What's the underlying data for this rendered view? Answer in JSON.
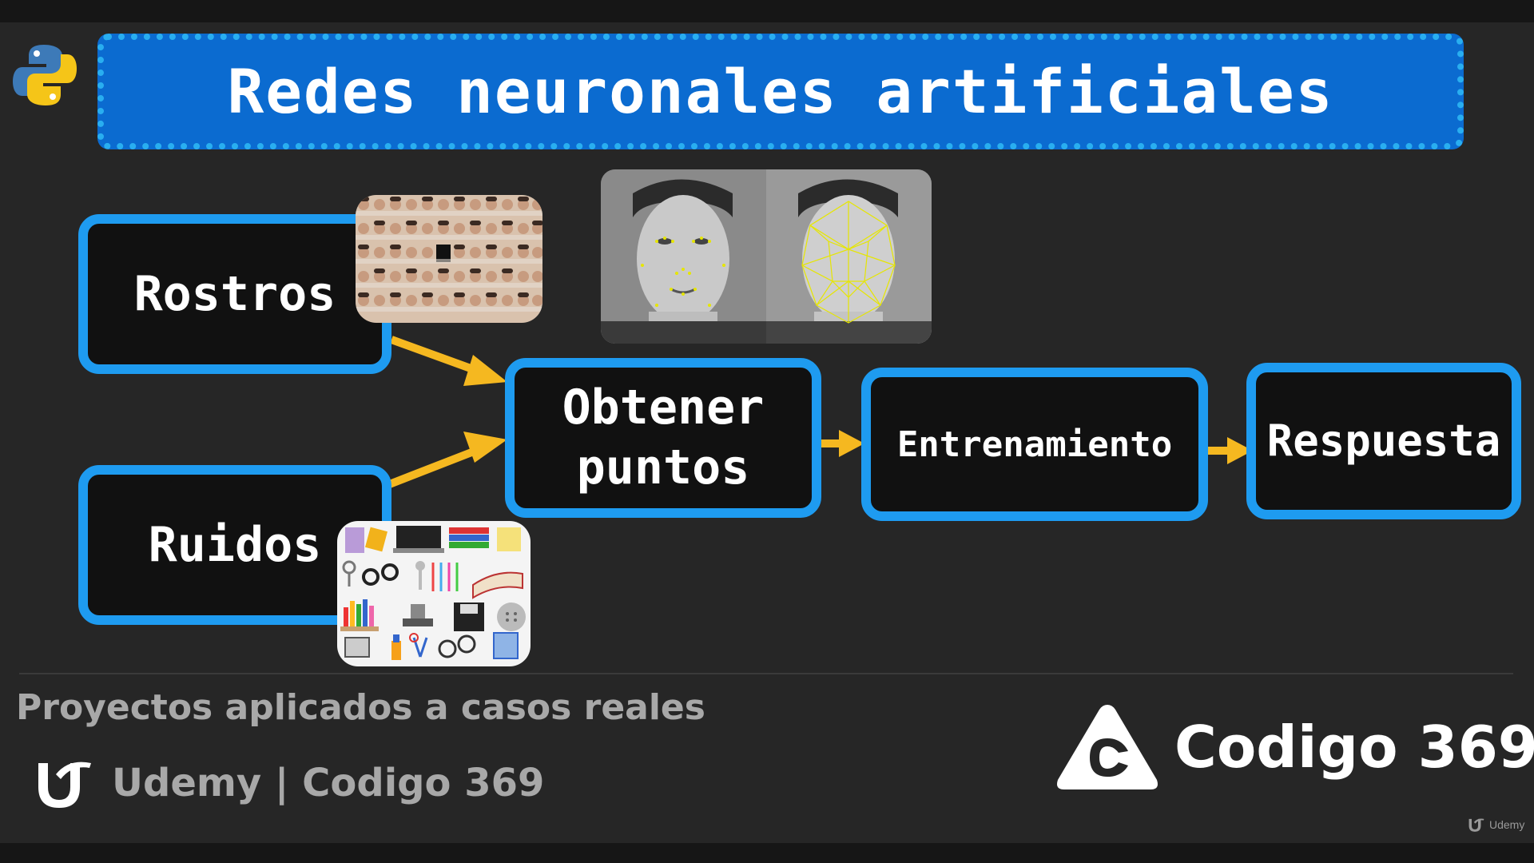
{
  "slide": {
    "title": "Redes neuronales artificiales",
    "accent_color": "#1e9bf0",
    "banner_color": "#0b6bd0",
    "arrow_color": "#f5b820"
  },
  "diagram": {
    "nodes": [
      {
        "id": "rostros",
        "label": "Rostros"
      },
      {
        "id": "ruidos",
        "label": "Ruidos"
      },
      {
        "id": "obtener",
        "label": "Obtener\npuntos"
      },
      {
        "id": "entrenamiento",
        "label": "Entrenamiento"
      },
      {
        "id": "respuesta",
        "label": "Respuesta"
      }
    ],
    "edges": [
      {
        "from": "rostros",
        "to": "obtener"
      },
      {
        "from": "ruidos",
        "to": "obtener"
      },
      {
        "from": "obtener",
        "to": "entrenamiento"
      },
      {
        "from": "entrenamiento",
        "to": "respuesta"
      }
    ],
    "images": [
      "faces-collage",
      "face-landmarks",
      "office-objects-collage"
    ]
  },
  "footer": {
    "subtitle": "Proyectos aplicados a casos reales",
    "credit": "Udemy | Codigo 369",
    "brand": "Codigo 369",
    "watermark": "Udemy"
  },
  "icons": [
    "python-logo-icon",
    "udemy-logo-icon",
    "codigo369-logo-icon"
  ]
}
